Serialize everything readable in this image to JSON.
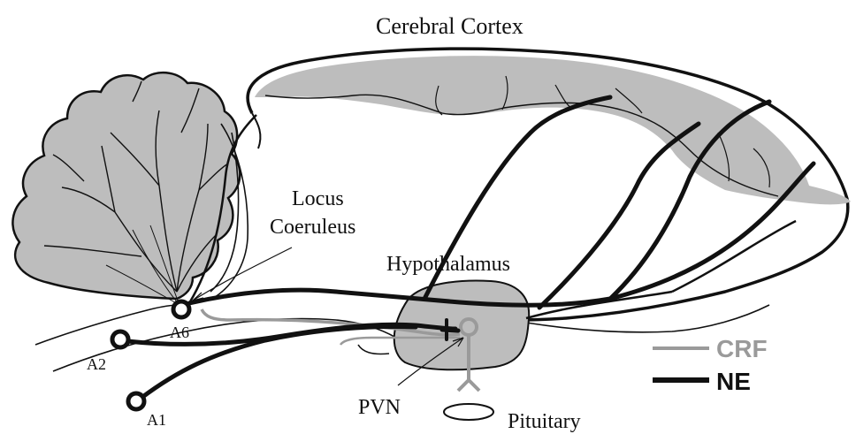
{
  "labels": {
    "cortex": "Cerebral Cortex",
    "locus_line1": "Locus",
    "locus_line2": "Coeruleus",
    "hypothalamus": "Hypothalamus",
    "a6": "A6",
    "a2": "A2",
    "a1": "A1",
    "pvn": "PVN",
    "pituitary": "Pituitary"
  },
  "legend": {
    "items": [
      {
        "label": "CRF",
        "color": "#9a9a9a"
      },
      {
        "label": "NE",
        "color": "#111111"
      }
    ]
  },
  "colors": {
    "tissue_fill": "#bdbdbd",
    "outline": "#111111",
    "crf_pathway": "#9a9a9a",
    "ne_pathway": "#111111"
  }
}
